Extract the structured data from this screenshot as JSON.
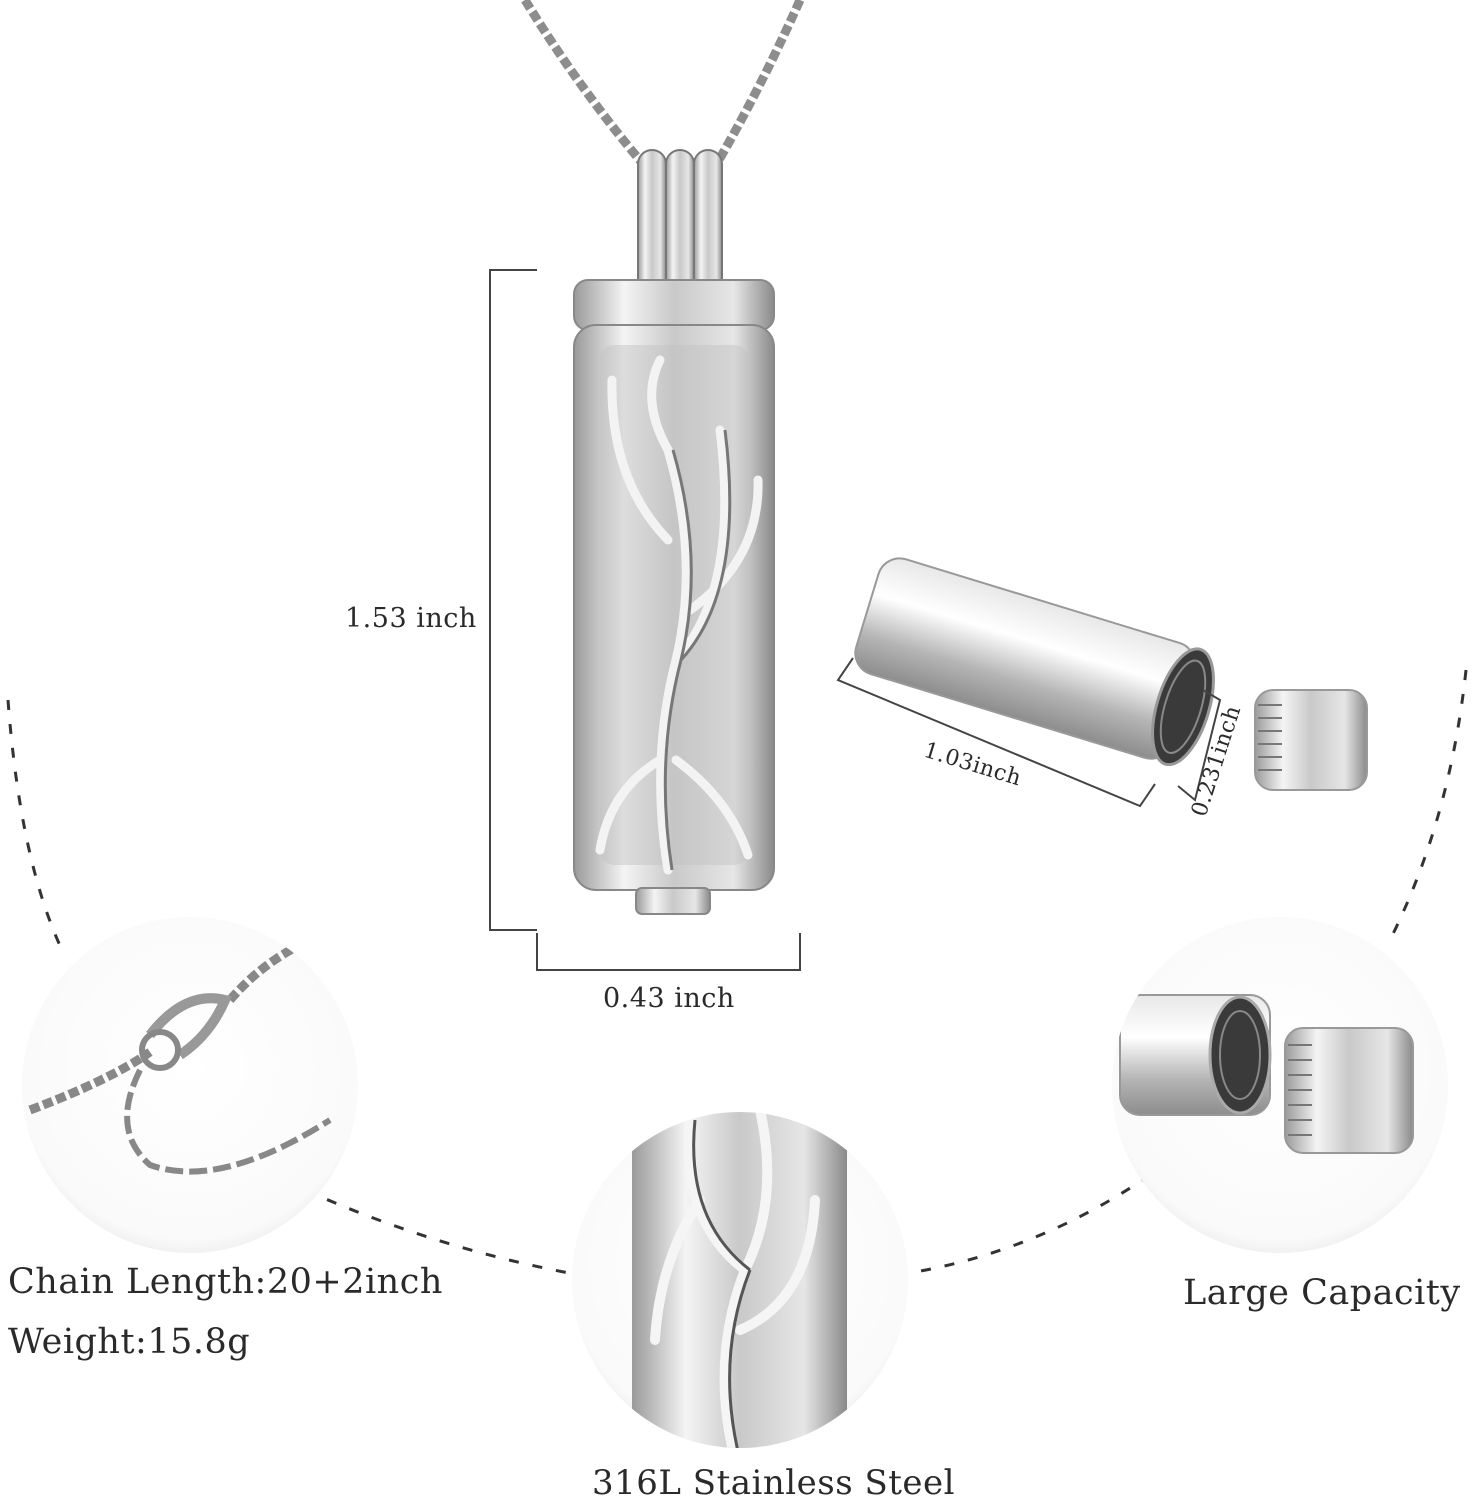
{
  "dimensions": {
    "height": "1.53  inch",
    "width": "0.43 inch",
    "capsule_length": "1.03inch",
    "capsule_diameter": "0.231inch"
  },
  "features": {
    "chain_length": "Chain Length:20+2inch",
    "weight": "Weight:15.8g",
    "capacity": "Large Capacity",
    "material": "316L Stainless Steel"
  },
  "colors": {
    "metal_light": "#f2f2f2",
    "metal_mid": "#b8b8b8",
    "metal_dark": "#6e6e6e",
    "line": "#333333"
  }
}
